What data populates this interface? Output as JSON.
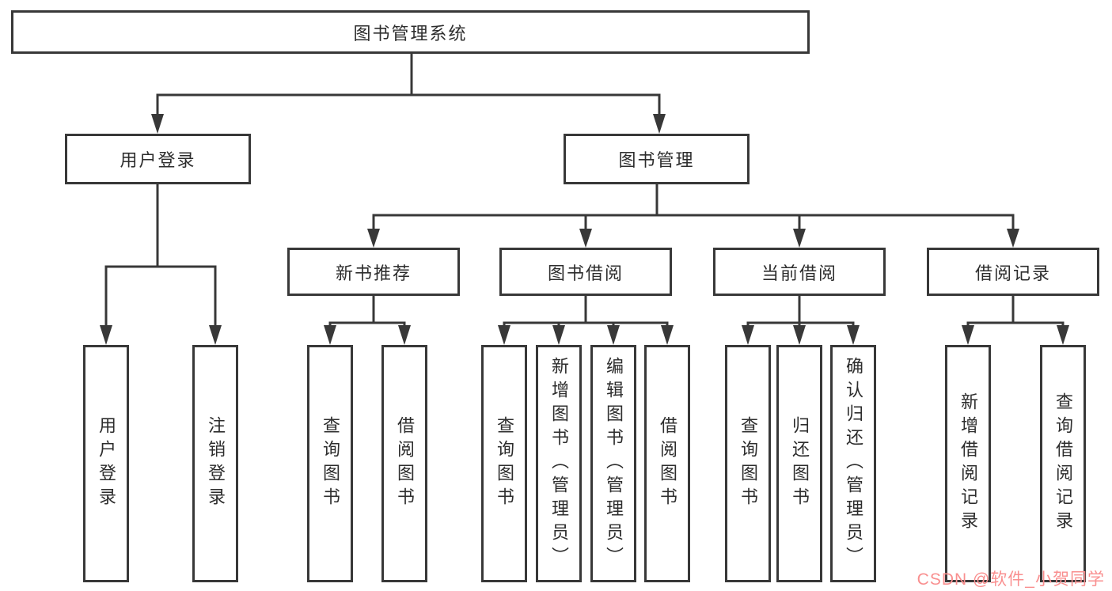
{
  "tree": {
    "root": "图书管理系统",
    "children": [
      {
        "label": "用户登录",
        "leaves": [
          "用户登录",
          "注销登录"
        ]
      },
      {
        "label": "图书管理",
        "children": [
          {
            "label": "新书推荐",
            "leaves": [
              "查询图书",
              "借阅图书"
            ]
          },
          {
            "label": "图书借阅",
            "leaves": [
              "查询图书",
              "新增图书（管理员）",
              "编辑图书（管理员）",
              "借阅图书"
            ]
          },
          {
            "label": "当前借阅",
            "leaves": [
              "查询图书",
              "归还图书",
              "确认归还（管理员）"
            ]
          },
          {
            "label": "借阅记录",
            "leaves": [
              "新增借阅记录",
              "查询借阅记录"
            ]
          }
        ]
      }
    ]
  },
  "watermark": {
    "text": "CSDN @软件_小贺同学",
    "color": "#f98f8f"
  },
  "colors": {
    "line": "#383838",
    "box_border": "#383838",
    "text": "#2d2d2d",
    "background": "#ffffff"
  }
}
